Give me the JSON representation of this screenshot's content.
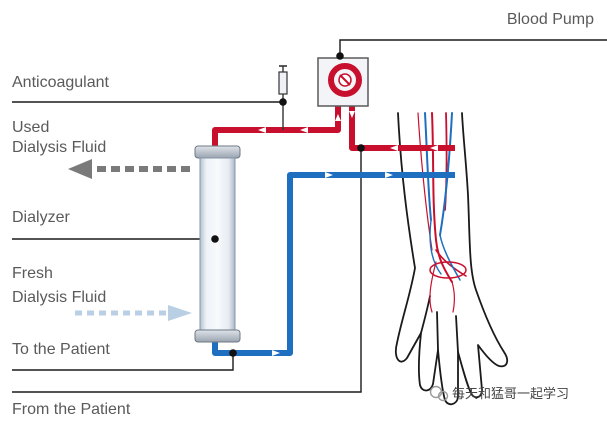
{
  "diagram": {
    "labels": {
      "blood_pump": "Blood Pump",
      "anticoagulant": "Anticoagulant",
      "used_fluid_line1": "Used",
      "used_fluid_line2": "Dialysis Fluid",
      "dialyzer": "Dialyzer",
      "fresh_fluid_line1": "Fresh",
      "fresh_fluid_line2": "Dialysis Fluid",
      "to_patient": "To the Patient",
      "from_patient": "From the Patient"
    },
    "watermark": {
      "text": "每天和猛哥一起学习",
      "icon": "wechat-icon"
    },
    "colors": {
      "arterial": "#c8102e",
      "venous": "#1f6fc0",
      "leader": "#1a1a1a",
      "label": "#5a5a5a",
      "used_fluid_arrow": "#7a7a7a",
      "fresh_fluid_arrow": "#b9cfe4"
    }
  }
}
